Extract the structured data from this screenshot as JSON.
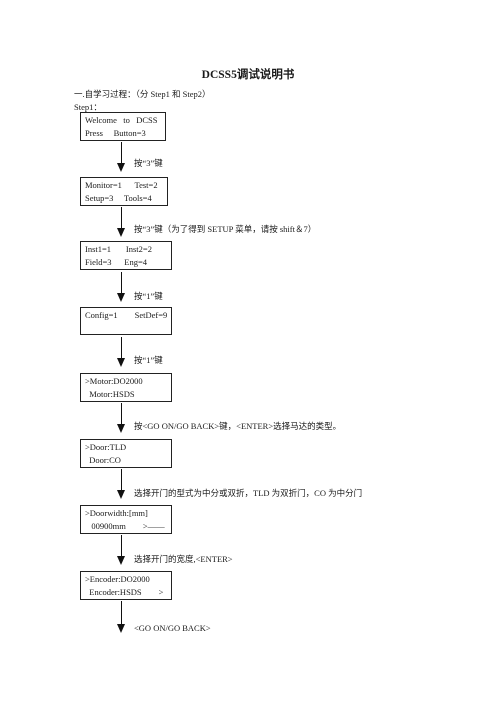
{
  "title": "DCSS5调试说明书",
  "intro": "一.自学习过程：（分 Step1 和 Step2）",
  "step_label": "Step1：",
  "steps": [
    {
      "lines": [
        "Welcome   to   DCSS",
        "Press     Button=3"
      ],
      "note": "按“3”键"
    },
    {
      "lines": [
        "Monitor=1      Test=2",
        "Setup=3     Tools=4"
      ],
      "note": "按“3”键（为了得到 SETUP 菜单，请按  shift＆7）"
    },
    {
      "lines": [
        "Inst1=1       Inst2=2",
        "Field=3      Eng=4"
      ],
      "note": "按“1”键"
    },
    {
      "lines": [
        "Config=1        SetDef=9"
      ],
      "note": "按“1”键"
    },
    {
      "lines": [
        ">Motor:DO2000",
        "  Motor:HSDS"
      ],
      "note": "按<GO ON/GO BACK>键，<ENTER>选择马达的类型。"
    },
    {
      "lines": [
        ">Door:TLD",
        "  Door:CO"
      ],
      "note": "选择开门的型式为中分或双折，TLD 为双折门，CO 为中分门"
    },
    {
      "lines": [
        ">Doorwidth:[mm]",
        "   00900mm        >——"
      ],
      "note": "选择开门的宽度,<ENTER>"
    },
    {
      "lines": [
        ">Encoder:DO2000",
        "  Encoder:HSDS        >"
      ],
      "note": "<GO ON/GO BACK>"
    }
  ]
}
